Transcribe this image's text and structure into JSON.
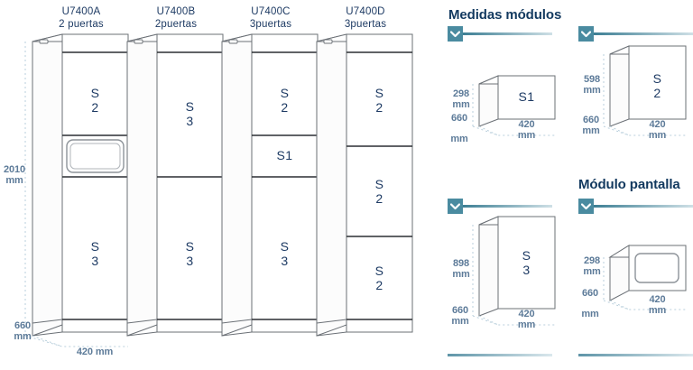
{
  "cabinets": [
    {
      "code": "U7400A",
      "doors": "2 puertas",
      "modules": [
        {
          "label": "S\n2"
        },
        {
          "label": ""
        },
        {
          "label": "S\n3"
        }
      ]
    },
    {
      "code": "U7400B",
      "doors": "2puertas",
      "modules": [
        {
          "label": "S\n3"
        },
        {
          "label": "S\n3"
        }
      ]
    },
    {
      "code": "U7400C",
      "doors": "3puertas",
      "modules": [
        {
          "label": "S\n2"
        },
        {
          "label": "S1"
        },
        {
          "label": "S\n3"
        }
      ]
    },
    {
      "code": "U7400D",
      "doors": "3puertas",
      "modules": [
        {
          "label": "S\n2"
        },
        {
          "label": "S\n2"
        },
        {
          "label": "S\n2"
        }
      ]
    }
  ],
  "cabinet_dimensions": {
    "height": "2010\nmm",
    "depth": "660\nmm",
    "width": "420 mm"
  },
  "sections": [
    {
      "title": "Medidas módulos"
    },
    {
      "title": "Módulo pantalla"
    }
  ],
  "modules": [
    {
      "name": "S1",
      "label": "S1",
      "height": "298\nmm",
      "depth": "660\n\nmm",
      "width": "420\nmm"
    },
    {
      "name": "S2",
      "label": "S\n2",
      "height": "598\nmm",
      "depth": "660\nmm",
      "width": "420\nmm"
    },
    {
      "name": "S3",
      "label": "S\n3",
      "height": "898\nmm",
      "depth": "660\nmm",
      "width": "420\nmm"
    },
    {
      "name": "pantalla",
      "label": "",
      "height": "298\nmm",
      "depth": "660\n\nmm",
      "width": "420\nmm"
    }
  ],
  "colors": {
    "navy": "#1d3a63",
    "heading": "#12395f",
    "dim_text": "#5d7b99",
    "marker": "#4a8ba0",
    "rule": "#3d7f94",
    "outline": "#6b7076",
    "dashed": "#b9cfdc"
  }
}
